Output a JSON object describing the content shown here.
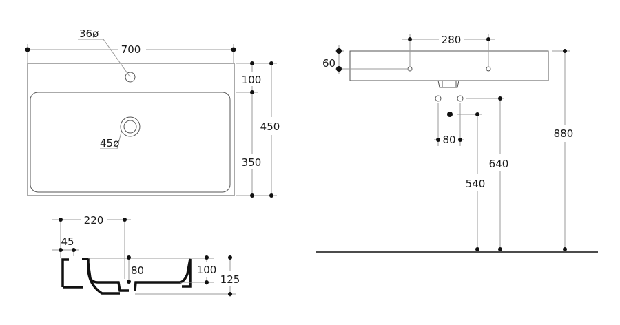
{
  "top_view": {
    "width": "700",
    "depth": "450",
    "rim": "100",
    "basin": "350",
    "tap_hole": "36ø",
    "drain": "45ø"
  },
  "front_view": {
    "tap_spacing": "280",
    "tap_height": "60",
    "total_height": "880",
    "supply_spacing": "80",
    "supply_height": "640",
    "waste_height": "540"
  },
  "section_view": {
    "depth_220": "220",
    "wall_45": "45",
    "drain_80": "80",
    "height_100": "100",
    "height_125": "125"
  }
}
